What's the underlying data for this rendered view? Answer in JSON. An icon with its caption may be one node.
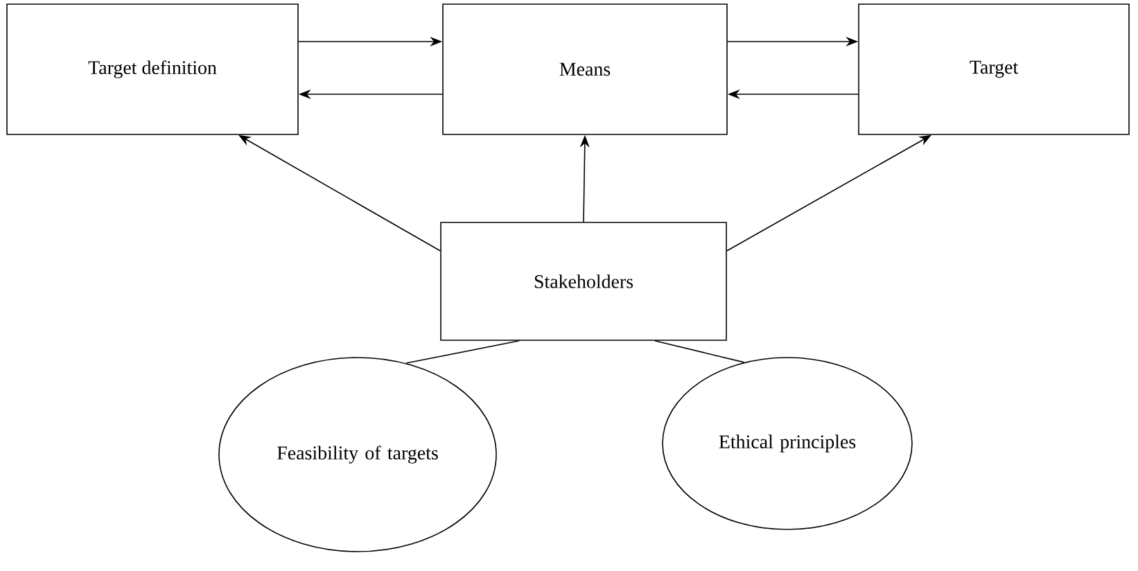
{
  "diagram": {
    "nodes": [
      {
        "text": [
          "Target definition"
        ]
      },
      {
        "text": [
          "Means"
        ]
      },
      {
        "text": [
          "Target"
        ]
      },
      {
        "text": [
          "Stakeholders"
        ]
      },
      {
        "text": [
          "Feasibility of targets"
        ]
      },
      {
        "text": [
          "Ethical principles"
        ]
      }
    ],
    "edges": [
      {
        "from": 0,
        "to": 1,
        "arrow": "to"
      },
      {
        "from": 1,
        "to": 0,
        "arrow": "to"
      },
      {
        "from": 1,
        "to": 2,
        "arrow": "to"
      },
      {
        "from": 2,
        "to": 1,
        "arrow": "to"
      },
      {
        "from": 3,
        "to": 0,
        "arrow": "to"
      },
      {
        "from": 3,
        "to": 1,
        "arrow": "to"
      },
      {
        "from": 3,
        "to": 2,
        "arrow": "to"
      },
      {
        "from": 3,
        "to": 4,
        "arrow": "none"
      },
      {
        "from": 3,
        "to": 5,
        "arrow": "none"
      }
    ]
  }
}
